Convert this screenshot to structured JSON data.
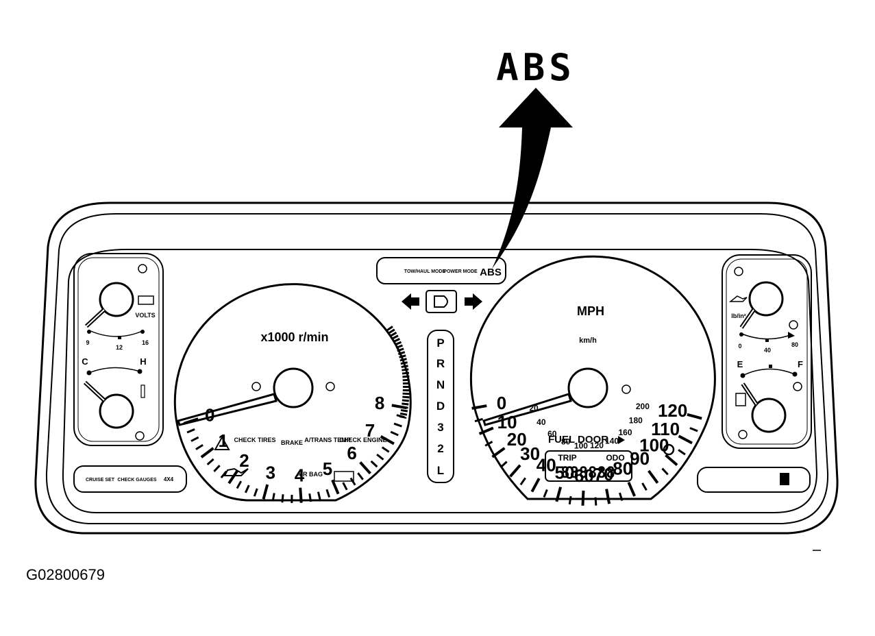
{
  "callout": {
    "label": "ABS"
  },
  "figure_id": "G02800679",
  "tachometer": {
    "scale_label": "x1000 r/min",
    "numbers": [
      "0",
      "1",
      "2",
      "3",
      "4",
      "5",
      "6",
      "7",
      "8"
    ]
  },
  "speedometer": {
    "mph_label": "MPH",
    "kmh_label": "km/h",
    "mph_numbers": [
      "0",
      "10",
      "20",
      "30",
      "40",
      "50",
      "60",
      "70",
      "80",
      "90",
      "100",
      "110",
      "120"
    ],
    "kmh_numbers": [
      "20",
      "40",
      "60",
      "80",
      "100",
      "120",
      "140",
      "160",
      "180",
      "200"
    ],
    "fuel_door_label": "FUEL DOOR",
    "trip_label": "TRIP",
    "odo_label": "ODO",
    "odometer_reading": "888888"
  },
  "top_indicator_panel": {
    "lamps": [
      "TOW/HAUL MODE",
      "POWER MODE",
      "ABS"
    ]
  },
  "gear_selector": {
    "positions": [
      "P",
      "R",
      "N",
      "D",
      "3",
      "2",
      "L"
    ]
  },
  "left_gauges": {
    "volts": {
      "label": "VOLTS",
      "min": "9",
      "mid": "12",
      "max": "16"
    },
    "temp": {
      "cold": "C",
      "hot": "H"
    }
  },
  "right_gauges": {
    "oil": {
      "label": "lb/in²",
      "min": "0",
      "mid": "40",
      "max": "80"
    },
    "fuel": {
      "empty": "E",
      "full": "F"
    }
  },
  "warning_lamps": [
    "CHECK TIRES",
    "BRAKE",
    "A/TRANS TEMP",
    "CHECK ENGINE",
    "AIR BAG"
  ],
  "cruise_panel": [
    "CRUISE SET",
    "CHECK GAUGES",
    "4X4"
  ]
}
